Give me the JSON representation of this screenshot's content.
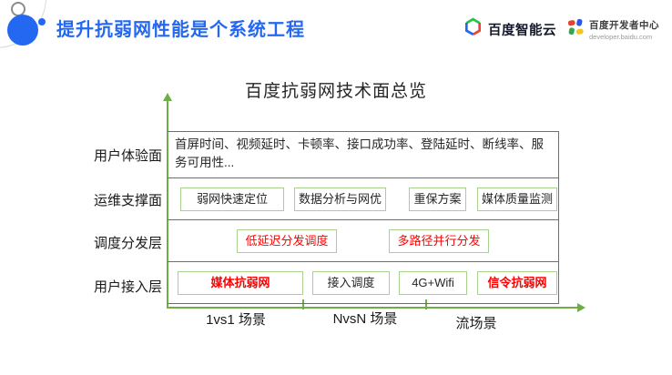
{
  "header": {
    "title": "提升抗弱网性能是个系统工程"
  },
  "logos": {
    "cloud_name": "百度智能云",
    "dev_name": "百度开发者中心",
    "dev_sub": "developer.baidu.com"
  },
  "diagram": {
    "title": "百度抗弱网技术面总览",
    "y_axis_labels": [
      "用户体验面",
      "运维支撑面",
      "调度分发层",
      "用户接入层"
    ],
    "x_axis_labels": [
      "1vs1 场景",
      "NvsN 场景",
      "流场景"
    ],
    "rows": {
      "experience": "首屏时间、视频延时、卡顿率、接口成功率、登陆延时、断线率、服务可用性...",
      "ops": [
        "弱网快速定位",
        "数据分析与网优",
        "重保方案",
        "媒体质量监测"
      ],
      "dispatch": [
        "低延迟分发调度",
        "多路径并行分发"
      ],
      "access": [
        "媒体抗弱网",
        "接入调度",
        "4G+Wifi",
        "信令抗弱网"
      ]
    }
  },
  "colors": {
    "accent_blue": "#2468F2",
    "axis_green": "#70ad47",
    "box_border_green": "#a9d18e",
    "highlight_red": "#ff0000",
    "grid_border_gray": "#6e6e6e"
  }
}
